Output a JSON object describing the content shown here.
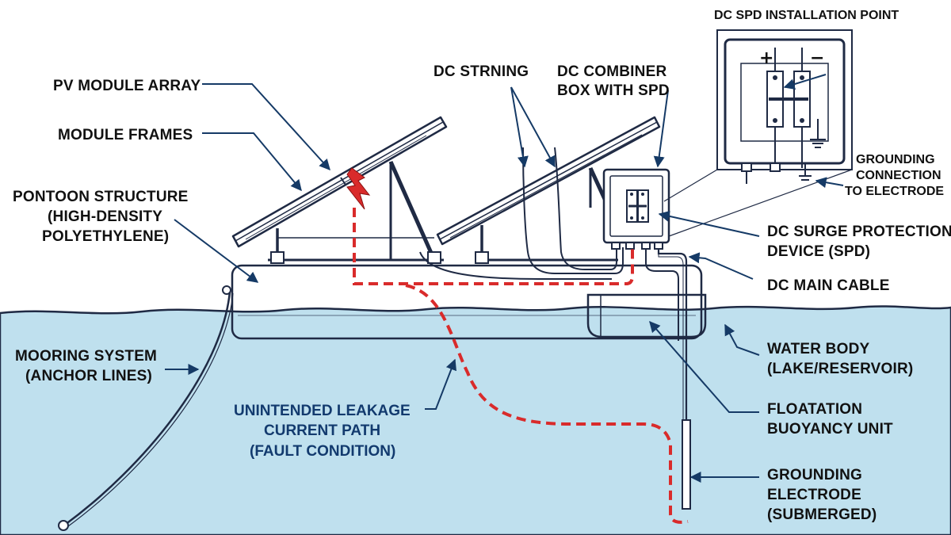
{
  "labels": {
    "spd_install_point": "DC SPD INSTALLATION POINT",
    "pv_array": "PV MODULE ARRAY",
    "module_frames": "MODULE FRAMES",
    "dc_string": "DC STRNING",
    "combiner_1": "DC COMBINER",
    "combiner_2": "BOX WITH SPD",
    "pontoon_1": "PONTOON STRUCTURE",
    "pontoon_2": "(HIGH-DENSITY",
    "pontoon_3": "POLYETHYLENE)",
    "grounding_conn_1": "GROUNDING",
    "grounding_conn_2": "CONNECTION",
    "grounding_conn_3": "TO ELECTRODE",
    "spd_1": "DC SURGE PROTECTION",
    "spd_2": "DEVICE (SPD)",
    "main_cable": "DC MAIN CABLE",
    "mooring_1": "MOORING SYSTEM",
    "mooring_2": "(ANCHOR LINES)",
    "water_1": "WATER BODY",
    "water_2": "(LAKE/RESERVOIR)",
    "leak_1": "UNINTENDED LEAKAGE",
    "leak_2": "CURRENT PATH",
    "leak_3": "(FAULT CONDITION)",
    "float_1": "FLOATATION",
    "float_2": "BUOYANCY UNIT",
    "electrode_1": "GROUNDING",
    "electrode_2": "ELECTRODE",
    "electrode_3": "(SUBMERGED)",
    "plus": "+",
    "minus": "−"
  },
  "colors": {
    "water": "#bfe0ee",
    "water_line": "#1f2a44",
    "leader": "#153a66",
    "fault_path": "#d92b2b",
    "ink": "#111111"
  }
}
